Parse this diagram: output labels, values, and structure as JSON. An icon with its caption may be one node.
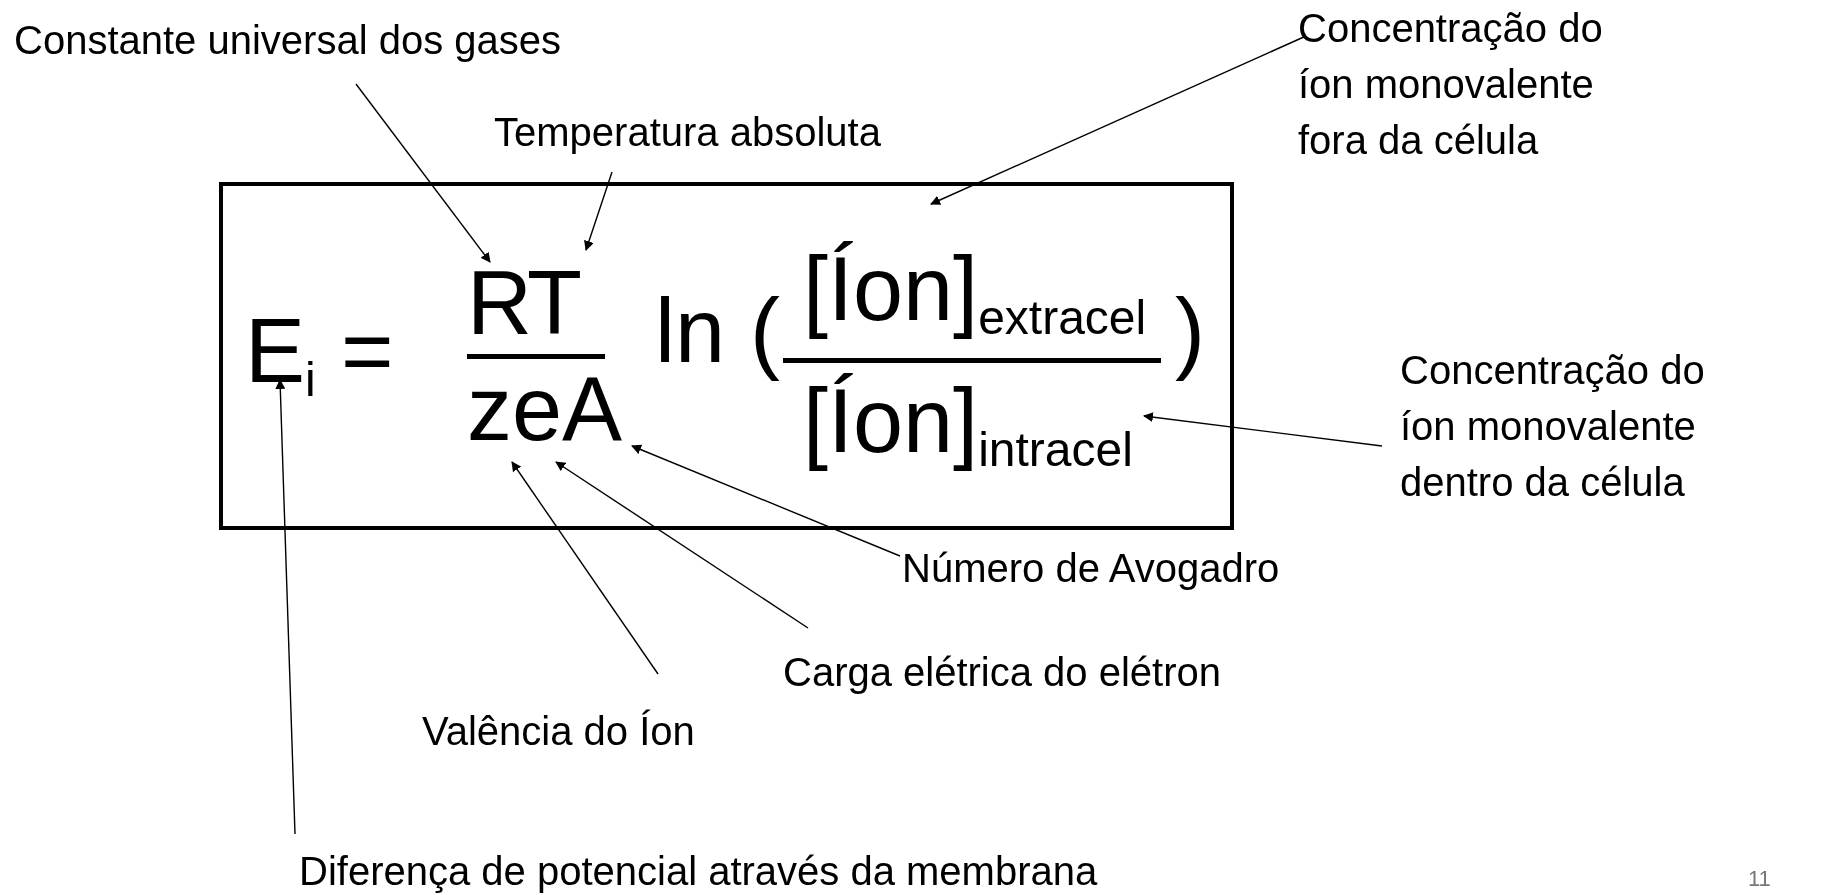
{
  "diagram": {
    "nodes": [
      {
        "text": [
          "Constante universal dos gases"
        ]
      },
      {
        "text": [
          "Temperatura absoluta"
        ]
      },
      {
        "text": [
          "Concentração do íon monovalente fora da célula"
        ]
      },
      {
        "text": [],
        "shape": "box"
      },
      {
        "text": [
          "E$_{i}$"
        ],
        "in": 3
      },
      {
        "text": [
          "R"
        ],
        "in": 3
      },
      {
        "text": [
          "T"
        ],
        "in": 3
      },
      {
        "text": [
          "z"
        ],
        "in": 3
      },
      {
        "text": [
          "e"
        ],
        "in": 3
      },
      {
        "text": [
          "A"
        ],
        "in": 3
      },
      {
        "text": [
          "[Íon]$_{extracel}$"
        ],
        "in": 3
      },
      {
        "text": [
          "[Íon]$_{intracel}$"
        ],
        "in": 3
      },
      {
        "text": [
          "Concentração do íon monovalente dentro da célula"
        ]
      },
      {
        "text": [
          "Número de Avogadro"
        ]
      },
      {
        "text": [
          "Carga elétrica do elétron"
        ]
      },
      {
        "text": [
          "Valência do Íon"
        ]
      },
      {
        "text": [
          "Diferença de potencial através da membrana"
        ]
      }
    ],
    "edges": [
      {
        "from": 0,
        "to": 5,
        "arrow": "to"
      },
      {
        "from": 1,
        "to": 6,
        "arrow": "to"
      },
      {
        "from": 2,
        "to": 10,
        "arrow": "to"
      },
      {
        "from": 12,
        "to": 11,
        "arrow": "to"
      },
      {
        "from": 13,
        "to": 9,
        "arrow": "to"
      },
      {
        "from": 14,
        "to": 8,
        "arrow": "to"
      },
      {
        "from": 15,
        "to": 7,
        "arrow": "to"
      },
      {
        "from": 16,
        "to": 4,
        "arrow": "to"
      }
    ],
    "labels": [
      "=",
      "ln (",
      ")",
      "11"
    ]
  }
}
